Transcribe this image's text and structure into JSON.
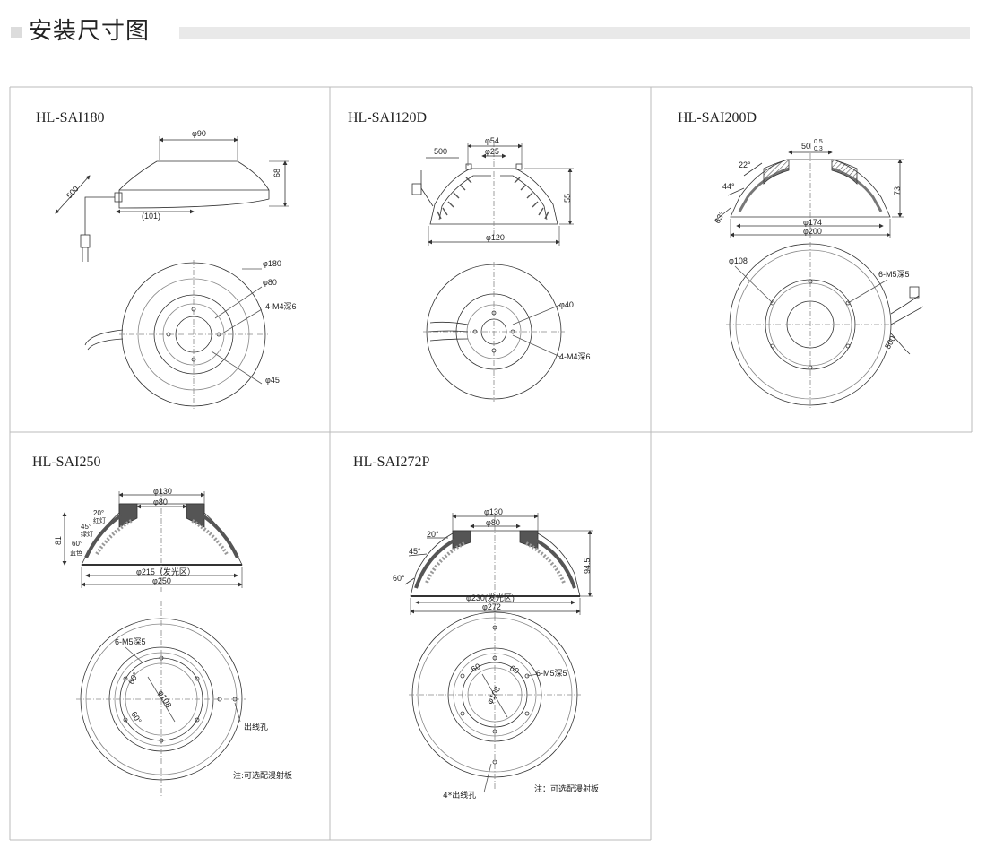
{
  "header": {
    "title": "安装尺寸图"
  },
  "panels": [
    {
      "model": "HL-SAI180",
      "labels": {
        "top_width": "φ90",
        "height": "68",
        "cable": "500",
        "offset": "(101)",
        "outer": "φ180",
        "mid": "φ80",
        "holes": "4-M4深6",
        "pcd": "φ45"
      }
    },
    {
      "model": "HL-SAI120D",
      "labels": {
        "top_outer": "φ54",
        "top_inner": "φ25",
        "cable": "500",
        "height": "55",
        "bottom": "φ120",
        "pcd": "φ40",
        "holes": "4-M4深6"
      }
    },
    {
      "model": "HL-SAI200D",
      "labels": {
        "top": "50",
        "tol_plus": "0.5",
        "tol_minus": "0.3",
        "angle1": "22°",
        "angle2": "44°",
        "angle3": "63°",
        "height": "73",
        "inner": "φ174",
        "outer": "φ200",
        "pcd": "φ108",
        "holes": "6-M5深5",
        "cable": "500"
      }
    },
    {
      "model": "HL-SAI250",
      "labels": {
        "top_outer": "φ130",
        "top_inner": "φ80",
        "angle1": "20°",
        "led1": "红灯",
        "angle2": "45°",
        "led2": "绿灯",
        "angle3": "60°",
        "led3": "蓝色",
        "height": "81",
        "emit": "φ215（发光区）",
        "outer": "φ250",
        "holes": "6-M5深5",
        "angle_a": "60°",
        "angle_b": "60°",
        "pcd": "φ108",
        "cable_hole": "出线孔",
        "note": "注:可选配漫射板"
      }
    },
    {
      "model": "HL-SAI272P",
      "labels": {
        "top_outer": "φ130",
        "top_inner": "φ80",
        "angle1": "20°",
        "angle2": "45°",
        "angle3": "60°",
        "height": "94.5",
        "emit": "φ230(发光区)",
        "outer": "φ272",
        "angle_a": "60",
        "angle_b": "60",
        "holes": "6-M5深5",
        "pcd": "φ108",
        "cable_hole": "4*出线孔",
        "note": "注：可选配漫射板"
      }
    }
  ]
}
